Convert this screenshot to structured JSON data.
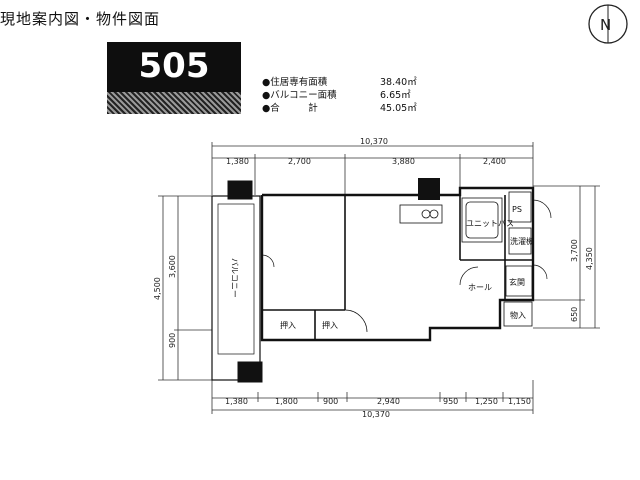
{
  "header": {
    "title": "現地案内図・物件図面",
    "unit_number": "505"
  },
  "areas": [
    {
      "label": "●住居専有面積",
      "value": "38.40㎡"
    },
    {
      "label": "●バルコニー面積",
      "value": "6.65㎡"
    },
    {
      "label": "●合　　　計",
      "value": "45.05㎡"
    }
  ],
  "compass_label": "N",
  "dimensions": {
    "top_total": "10,370",
    "top": [
      "1,380",
      "2,700",
      "3,880",
      "2,400"
    ],
    "bottom": [
      "1,380",
      "1,800",
      "900",
      "2,940",
      "950",
      "1,250",
      "1,150"
    ],
    "bottom_total": "10,370",
    "left": [
      "4,500",
      "3,600",
      "900"
    ],
    "right": [
      "3,700",
      "650",
      "4,350"
    ]
  },
  "rooms": {
    "balcony": "バルコニー",
    "closet_1": "押入",
    "closet_2": "押入",
    "hall": "ホール",
    "entrance": "玄関",
    "storage": "物入",
    "unit_bath": "ユニットバス",
    "washing_machine": "洗濯機",
    "ps": "PS"
  }
}
